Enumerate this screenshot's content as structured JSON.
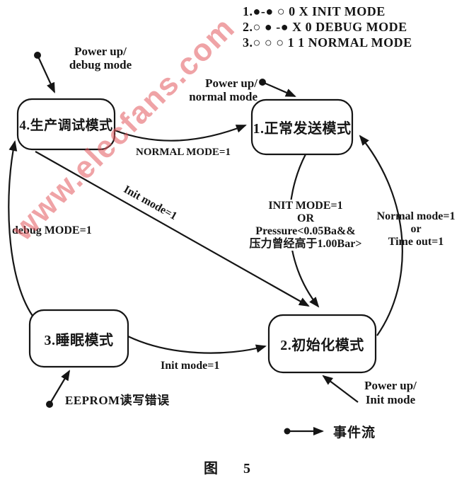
{
  "watermark": {
    "text": "www.elecfans.com",
    "color": "#e3585f"
  },
  "legend": {
    "rows": [
      "1.●-●  ○  0 X INIT MODE",
      "2.○  ● -●  X 0 DEBUG MODE",
      "3.○  ○  ○  1 1 NORMAL MODE"
    ]
  },
  "nodes": {
    "n1": {
      "label": "1.正常发送模式"
    },
    "n2": {
      "label": "2.初始化模式"
    },
    "n3": {
      "label": "3.睡眠模式"
    },
    "n4": {
      "label": "4.生产调试模式"
    }
  },
  "labels": {
    "power_up_debug": {
      "lines": [
        "Power up/",
        "debug mode"
      ]
    },
    "power_up_normal": {
      "lines": [
        "Power up/",
        "normal mode"
      ]
    },
    "normal_mode": "NORMAL MODE=1",
    "init_mode_diag": "Init mode=1",
    "debug_mode": "debug MODE=1",
    "init_or": {
      "lines": [
        "INIT MODE=1",
        "OR",
        "Pressure<0.05Ba&&",
        "压力曾经高于1.00Bar>"
      ]
    },
    "normal_or_timeout": {
      "lines": [
        "Normal mode=1",
        "or",
        "Time out=1"
      ]
    },
    "init_mode_bottom": "Init mode=1",
    "eeprom_error": "EEPROM读写错误",
    "power_up_init": {
      "lines": [
        "Power up/",
        "Init mode"
      ]
    },
    "event_flow": "事件流"
  },
  "caption": {
    "label": "图",
    "number": "5"
  }
}
